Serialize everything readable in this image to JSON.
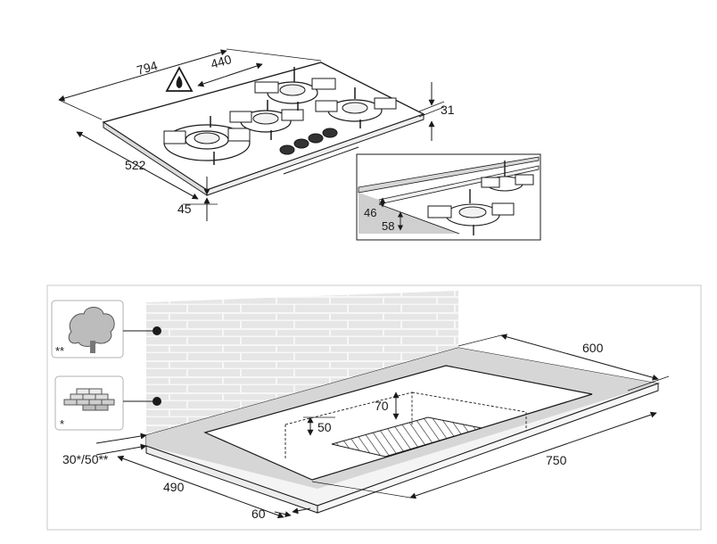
{
  "top_drawing": {
    "dimensions": {
      "length": "794",
      "depth_front": "440",
      "height_glass": "31",
      "depth_side": "522",
      "height_front": "45"
    },
    "detail_inset": {
      "dim_upper": "46",
      "dim_lower": "58"
    },
    "warning_icon": "fire-warning-triangle-icon"
  },
  "bottom_drawing": {
    "dimensions": {
      "cutout_depth": "600",
      "side_clearance": "30*/50**",
      "wall_distance": "490",
      "cutout_width": "750",
      "front_distance": "60",
      "partition_height": "50",
      "cavity_height": "70"
    },
    "legend": {
      "wood_marker": "**",
      "brick_marker": "*",
      "wood_icon": "tree-icon",
      "brick_icon": "bricks-icon"
    }
  },
  "colors": {
    "line": "#1a1a1a",
    "wall": "#e4e4e4",
    "cutout_surround": "#d6d6d6",
    "frame": "#c8c8c8"
  }
}
